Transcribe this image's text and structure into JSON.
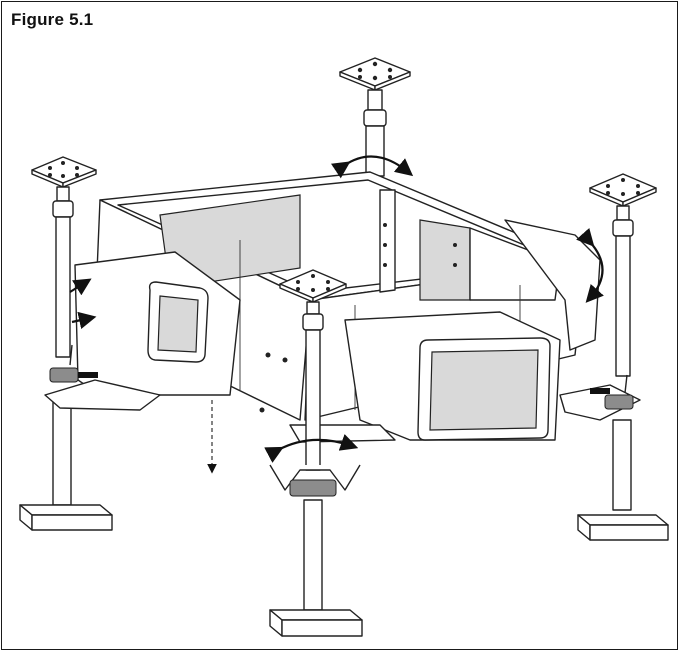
{
  "figure": {
    "title": "Figure 5.1"
  },
  "colors": {
    "line": "#222222",
    "shade": "#d9d9d9",
    "background": "#ffffff"
  },
  "parts": {
    "jack_stands": [
      "jack-stand-left",
      "jack-stand-back",
      "jack-stand-front",
      "jack-stand-right"
    ],
    "unit": "rooftop-unit-frame",
    "ducts": [
      "duct-left",
      "duct-front"
    ]
  }
}
